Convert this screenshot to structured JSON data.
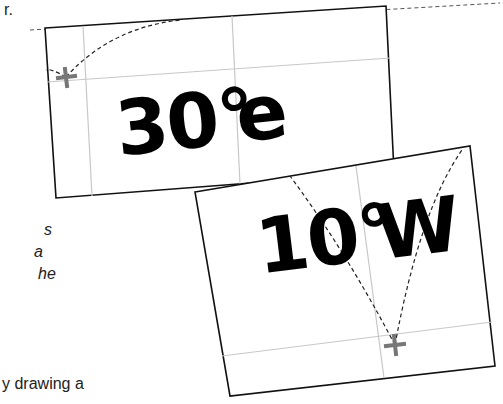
{
  "diagram": {
    "labels": [
      "r.",
      "s",
      "a",
      "he",
      "y drawing a",
      "30°",
      "e",
      "10°",
      "W"
    ]
  }
}
